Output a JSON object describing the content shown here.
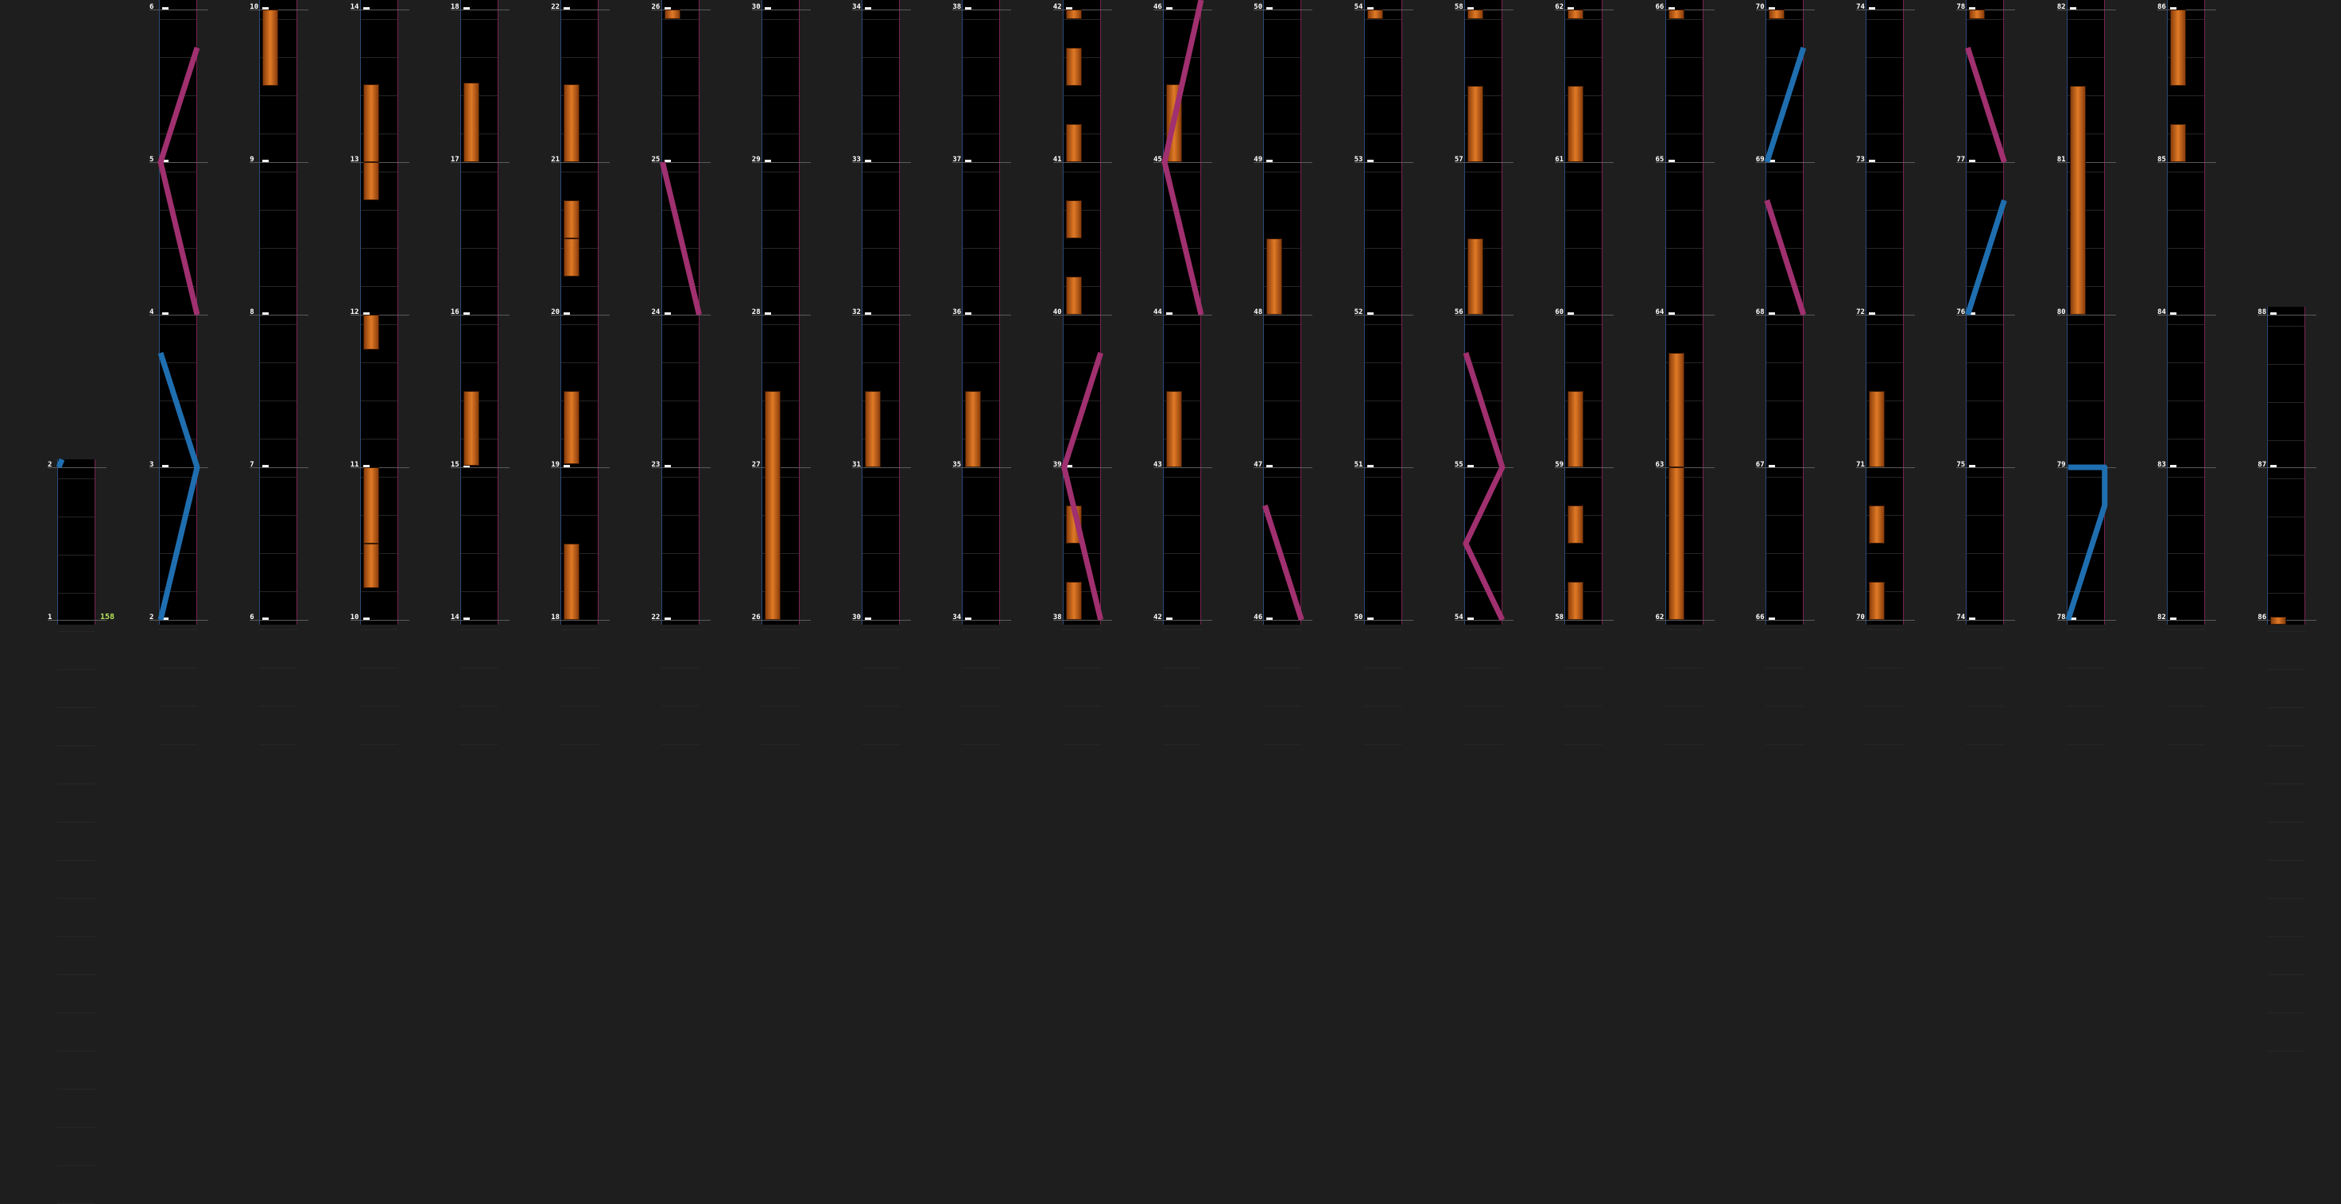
{
  "chart_view": {
    "combo_counter": "158",
    "colors": {
      "background": "#1e1e1e",
      "lane": "#000000",
      "hold": "#e07a26",
      "tap": "#f2f2f2",
      "slide_blue": "#1f6fb0",
      "slide_pink": "#a0306f",
      "combo": "#b6e05a"
    },
    "columns": [
      {
        "labels": [
          "1",
          "2"
        ]
      },
      {
        "labels": [
          "2",
          "3",
          "4",
          "5",
          "6"
        ]
      },
      {
        "labels": [
          "6",
          "7",
          "8",
          "9",
          "10"
        ]
      },
      {
        "labels": [
          "10",
          "11",
          "12",
          "13",
          "14"
        ]
      },
      {
        "labels": [
          "14",
          "15",
          "16",
          "17",
          "18"
        ]
      },
      {
        "labels": [
          "18",
          "19",
          "20",
          "21",
          "22"
        ]
      },
      {
        "labels": [
          "22",
          "23",
          "24",
          "25",
          "26"
        ]
      },
      {
        "labels": [
          "26",
          "27",
          "28",
          "29",
          "30"
        ]
      },
      {
        "labels": [
          "30",
          "31",
          "32",
          "33",
          "34"
        ]
      },
      {
        "labels": [
          "34",
          "35",
          "36",
          "37",
          "38"
        ]
      },
      {
        "labels": [
          "38",
          "39",
          "40",
          "41",
          "42"
        ]
      },
      {
        "labels": [
          "42",
          "43",
          "44",
          "45",
          "46"
        ]
      },
      {
        "labels": [
          "46",
          "47",
          "48",
          "49",
          "50"
        ]
      },
      {
        "labels": [
          "50",
          "51",
          "52",
          "53",
          "54"
        ]
      },
      {
        "labels": [
          "54",
          "55",
          "56",
          "57",
          "58"
        ]
      },
      {
        "labels": [
          "58",
          "59",
          "60",
          "61",
          "62"
        ]
      },
      {
        "labels": [
          "62",
          "63",
          "64",
          "65",
          "66"
        ]
      },
      {
        "labels": [
          "66",
          "67",
          "68",
          "69",
          "70"
        ]
      },
      {
        "labels": [
          "70",
          "71",
          "72",
          "73",
          "74"
        ]
      },
      {
        "labels": [
          "74",
          "75",
          "76",
          "77",
          "78"
        ]
      },
      {
        "labels": [
          "78",
          "79",
          "80",
          "81",
          "82"
        ]
      },
      {
        "labels": [
          "82",
          "83",
          "84",
          "85",
          "86"
        ]
      },
      {
        "labels": [
          "86",
          "87",
          "88"
        ]
      }
    ]
  }
}
